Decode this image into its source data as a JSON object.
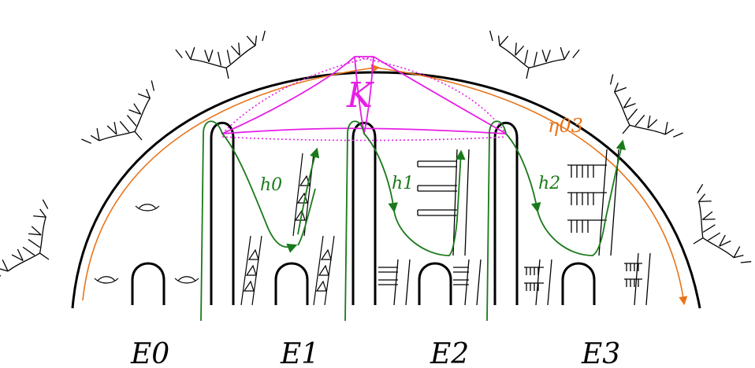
{
  "labels": {
    "K": "K",
    "eta": "η03",
    "h0": "h0",
    "h1": "h1",
    "h2": "h2",
    "E0": "E0",
    "E1": "E1",
    "E2": "E2",
    "E3": "E3"
  },
  "colors": {
    "outline": "#000000",
    "green": "#1a7a1a",
    "magenta": "#e61ee6",
    "orange": "#e8741a"
  },
  "icons": [
    "tree-icon",
    "arrow-icon"
  ]
}
